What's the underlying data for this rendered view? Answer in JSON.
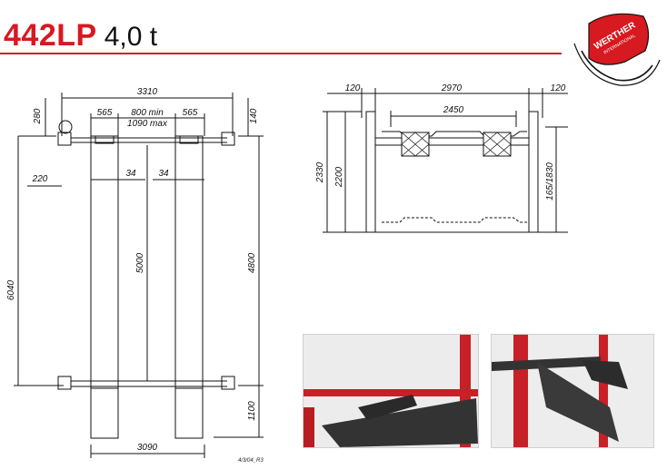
{
  "header": {
    "model": "442LP",
    "capacity": "4,0  t",
    "logo_text_1": "WERTHER",
    "logo_text_2": "INTERNATIONAL"
  },
  "plan_view": {
    "dims": {
      "overall_width": "3310",
      "left_platform_offset": "565",
      "gap_min": "800  min",
      "gap_max": "1090  max",
      "right_platform_offset": "565",
      "top_left": "280",
      "top_right": "140",
      "post_offset": "220",
      "rail_left": "34",
      "rail_right": "34",
      "overall_length": "6040",
      "runway_length": "5000",
      "post_spacing": "4800",
      "rear_extension": "1100",
      "base_width": "3090"
    }
  },
  "front_view": {
    "dims": {
      "left_post": "120",
      "width_between": "2970",
      "right_post": "120",
      "runway_span": "2450",
      "total_height": "2330",
      "lift_height": "2200",
      "min_height": "165/1830"
    }
  },
  "document_code": "4/3/04_R3",
  "colors": {
    "brand_red": "#d71920",
    "line": "#111111"
  }
}
